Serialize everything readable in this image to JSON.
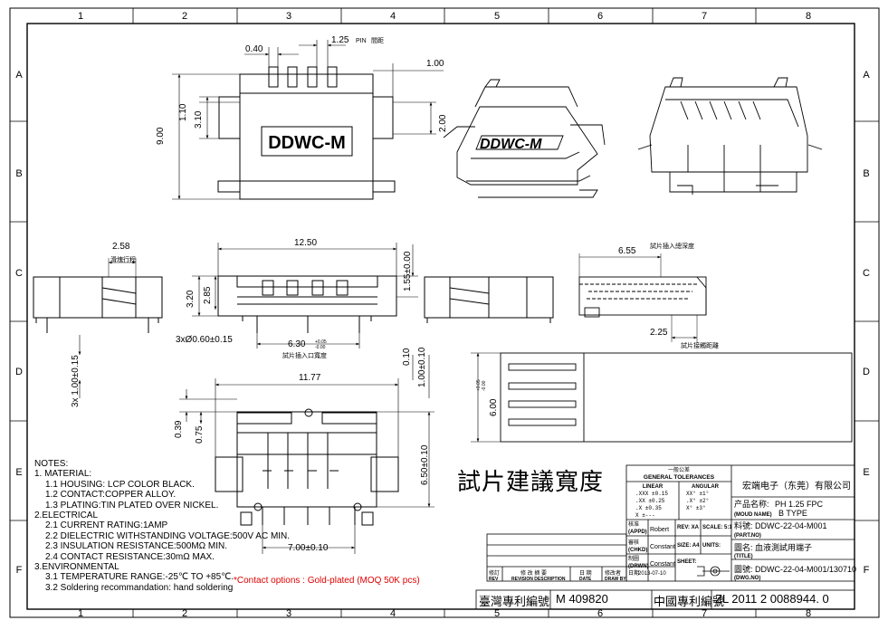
{
  "border": {
    "col_labels": [
      "1",
      "2",
      "3",
      "4",
      "5",
      "6",
      "7",
      "8"
    ],
    "row_labels": [
      "A",
      "B",
      "C",
      "D",
      "E",
      "F"
    ]
  },
  "views": {
    "top": {
      "dim_040": "0.40",
      "dim_125": "1.25",
      "pin_label": "PIN",
      "pitch_cn": "間距",
      "dim_100": "1.00",
      "dim_900": "9.00",
      "dim_110": "1.10",
      "dim_310": "3.10",
      "dim_200": "2.00",
      "logo": "DDWC-M"
    },
    "iso_logo": "DDWC-M",
    "left_side": {
      "dim_258": "2.58",
      "note_cn": "滑塊行程"
    },
    "front": {
      "dim_1250": "12.50",
      "dim_320": "3.20",
      "dim_285": "2.85",
      "dim_155": "1.55±0.00",
      "holes": "3xØ0.60±0.15",
      "dim_630": "6.30",
      "tol_630_up": "+0.05",
      "tol_630_dn": "-0.00",
      "insert_cn": "試片插入口寬度"
    },
    "section": {
      "dim_655": "6.55",
      "depth_cn": "試片插入總深度",
      "dim_225": "2.25",
      "contact_cn": "試片接觸距離"
    },
    "vertical_dims": {
      "d1": "3x 1.00±0.15",
      "d2": "0.10",
      "d3": "1.00±0.10"
    },
    "footprint": {
      "dim_1177": "11.77",
      "dim_039": "0.39",
      "dim_075": "0.75",
      "dim_650": "6.50±0.10",
      "dim_700": "7.00±0.10"
    },
    "strip": {
      "dim_600": "6.00",
      "tol_up": "+0.05",
      "tol_dn": "-0.00"
    },
    "big_title_cn": "試片建議寬度"
  },
  "notes": [
    "NOTES:",
    "1. MATERIAL:",
    "1.1 HOUSING: LCP COLOR BLACK.",
    "1.2 CONTACT:COPPER ALLOY.",
    "1.3 PLATING:TIN PLATED OVER NICKEL.",
    "2.ELECTRICAL",
    "2.1 CURRENT RATING:1AMP",
    "2.2 DIELECTRIC WITHSTANDING VOLTAGE:500V AC MIN.",
    "2.3 INSULATION RESISTANCE:500MΩ MIN.",
    "2.4 CONTACT RESISTANCE:30mΩ MAX.",
    "3.ENVIRONMENTAL",
    "3.1 TEMPERATURE RANGE:-25℃ TO +85℃.",
    "3.2 Soldering recommandation: hand soldering"
  ],
  "contact_options": "*Contact options : Gold-plated  (MOQ 50K pcs)",
  "title_block": {
    "tol_header_cn": "一般公差",
    "tol_header": "GENERAL TOLERANCES",
    "linear": "LINEAR",
    "angular": "ANGULAR",
    "linear_rows": [
      ".XXX  ±0.15",
      ".XX   ±0.25",
      ".X    ±0.35",
      "X     ±---"
    ],
    "angular_rows": [
      "XX°  ±1°",
      ".X°  ±2°",
      "X°   ±3°"
    ],
    "company": "宏端电子（东莞）有限公司",
    "product_name_label": "产品名称:",
    "product_name": "PH 1.25 FPC",
    "moud_name_label": "(MOUD NAME)",
    "type": "B TYPE",
    "part_label_cn": "料號:",
    "part_no": "DDWC-22-04-M001",
    "part_label": "(PART.NO)",
    "title_label_cn": "圖名:",
    "title": "血液測試用端子",
    "title_label": "(TITLE)",
    "dwg_label_cn": "圖號:",
    "dwg_no": "DDWC-22-04-M001/130710",
    "dwg_label": "(DWG.NO)",
    "appd_cn": "核准",
    "appd": "(APPD)",
    "appd_name": "Robert",
    "chkd_cn": "審核",
    "chkd": "(CHKD)",
    "chkd_name": "Constant",
    "drwn_cn": "制圖",
    "drwn": "(DRWN)",
    "drwn_name": "Constant",
    "rev": "REV: XA",
    "scale": "SCALE: 5:1",
    "size": "SIZE: A4",
    "units": "UNITS:",
    "sheet": "SHEET:",
    "date_label": "日期",
    "date": "2013-07-10",
    "rev_row_cn": [
      "修訂",
      "修 改 摘 要",
      "日 期",
      "修改者"
    ],
    "rev_row": [
      "REV",
      "REVISION DESCRIPTION",
      "DATE",
      "DRAW BY"
    ]
  },
  "patents": {
    "tw_label": "臺灣專利編號",
    "tw_no": "M 409820",
    "cn_label": "中國專利編號",
    "cn_no": "ZL 2011 2 0088944. 0"
  }
}
